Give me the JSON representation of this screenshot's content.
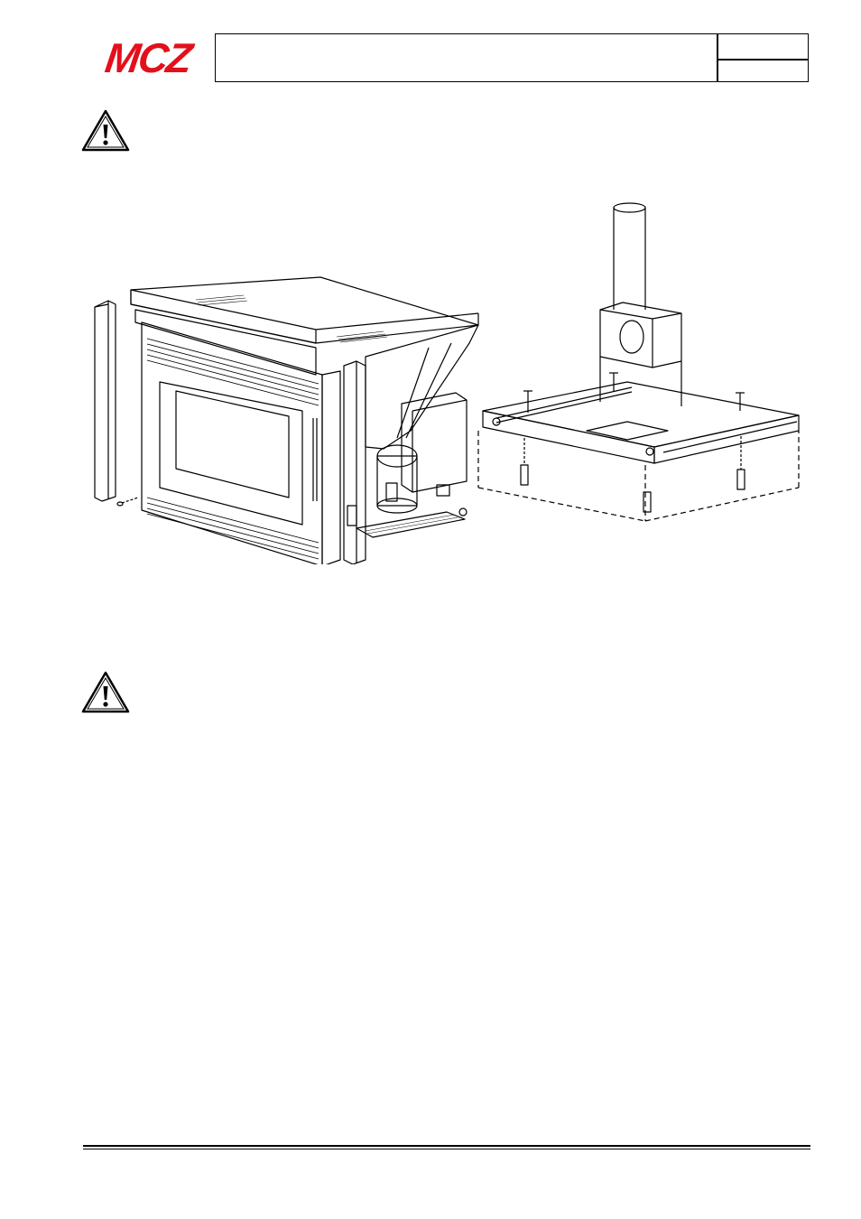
{
  "header": {
    "logo_text": "MCZ",
    "logo_color": "#e3101b",
    "title": "",
    "doc_code": "",
    "page_number": ""
  },
  "warnings": [
    {
      "icon": "warning-triangle-icon",
      "text": ""
    },
    {
      "icon": "warning-triangle-icon",
      "text": ""
    }
  ],
  "figure": {
    "description_items": [
      "stove-insert",
      "side-trim-left",
      "side-trim-right",
      "base-frame-with-flue"
    ]
  }
}
